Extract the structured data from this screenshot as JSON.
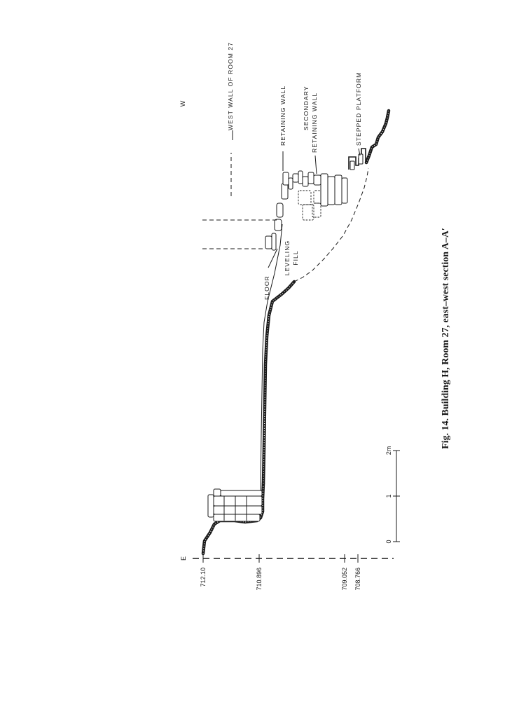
{
  "figure": {
    "caption": "Fig. 14. Building H, Room 27, east–west section A–A′",
    "orientation": {
      "east_label": "E",
      "west_label": "W"
    },
    "elevations": [
      {
        "id": "elev-1",
        "label": "712.10"
      },
      {
        "id": "elev-2",
        "label": "710.896"
      },
      {
        "id": "elev-3",
        "label": "709.052"
      },
      {
        "id": "elev-4",
        "label": "708.766"
      }
    ],
    "scale_bar": {
      "ticks": [
        "0",
        "1",
        "2m"
      ]
    },
    "labels": {
      "west_wall": "WEST WALL OF ROOM 27",
      "retaining_wall": "RETAINING WALL",
      "secondary_line1": "SECONDARY",
      "secondary_line2": "RETAINING WALL",
      "stepped_platform": "STEPPED PLATFORM",
      "floor": "FLOOR",
      "leveling_line1": "LEVELING",
      "leveling_line2": "FILL"
    }
  }
}
